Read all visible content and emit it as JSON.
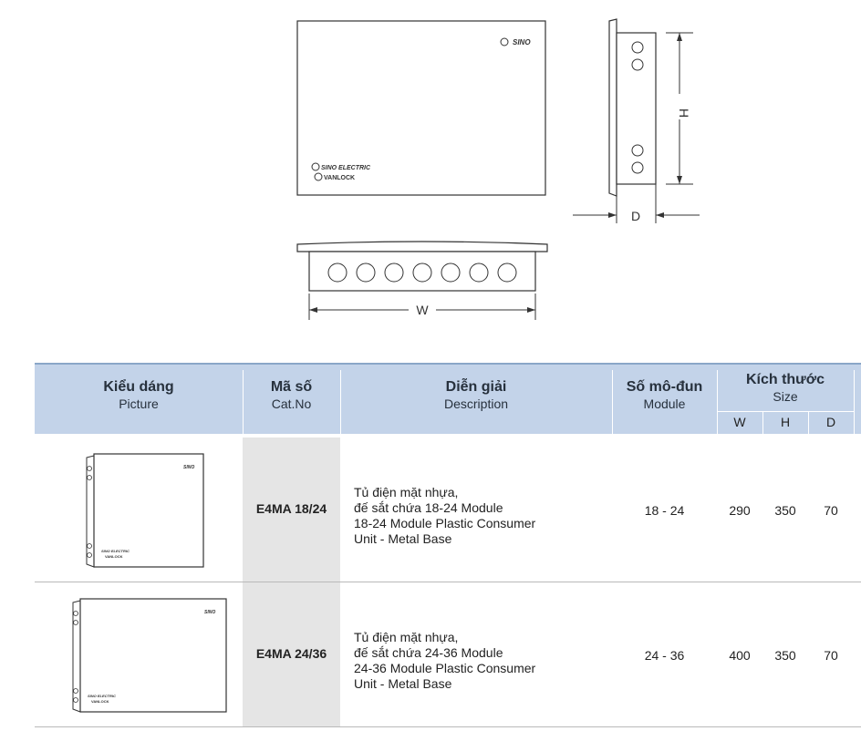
{
  "drawings": {
    "front_brand": "SINO",
    "front_logo_line1": "SINO ELECTRIC",
    "front_logo_line2": "VANLOCK",
    "dim_h": "H",
    "dim_d": "D",
    "dim_w": "W"
  },
  "table": {
    "headers": {
      "picture_vn": "Kiểu dáng",
      "picture_en": "Picture",
      "cat_vn": "Mã số",
      "cat_en": "Cat.No",
      "desc_vn": "Diễn giải",
      "desc_en": "Description",
      "module_vn": "Số mô-đun",
      "module_en": "Module",
      "size_vn": "Kích thước",
      "size_en": "Size",
      "w": "W",
      "h": "H",
      "d": "D"
    },
    "rows": [
      {
        "cat": "E4MA 18/24",
        "desc": [
          "Tủ điện mặt nhựa,",
          "đế sắt chứa 18-24 Module",
          "18-24 Module Plastic Consumer",
          "Unit - Metal Base"
        ],
        "module": "18 - 24",
        "w": "290",
        "h": "350",
        "d": "70"
      },
      {
        "cat": "E4MA 24/36",
        "desc": [
          "Tủ điện mặt nhựa,",
          "đế sắt chứa 24-36 Module",
          "24-36 Module Plastic Consumer",
          "Unit - Metal Base"
        ],
        "module": "24 - 36",
        "w": "400",
        "h": "350",
        "d": "70"
      }
    ]
  }
}
